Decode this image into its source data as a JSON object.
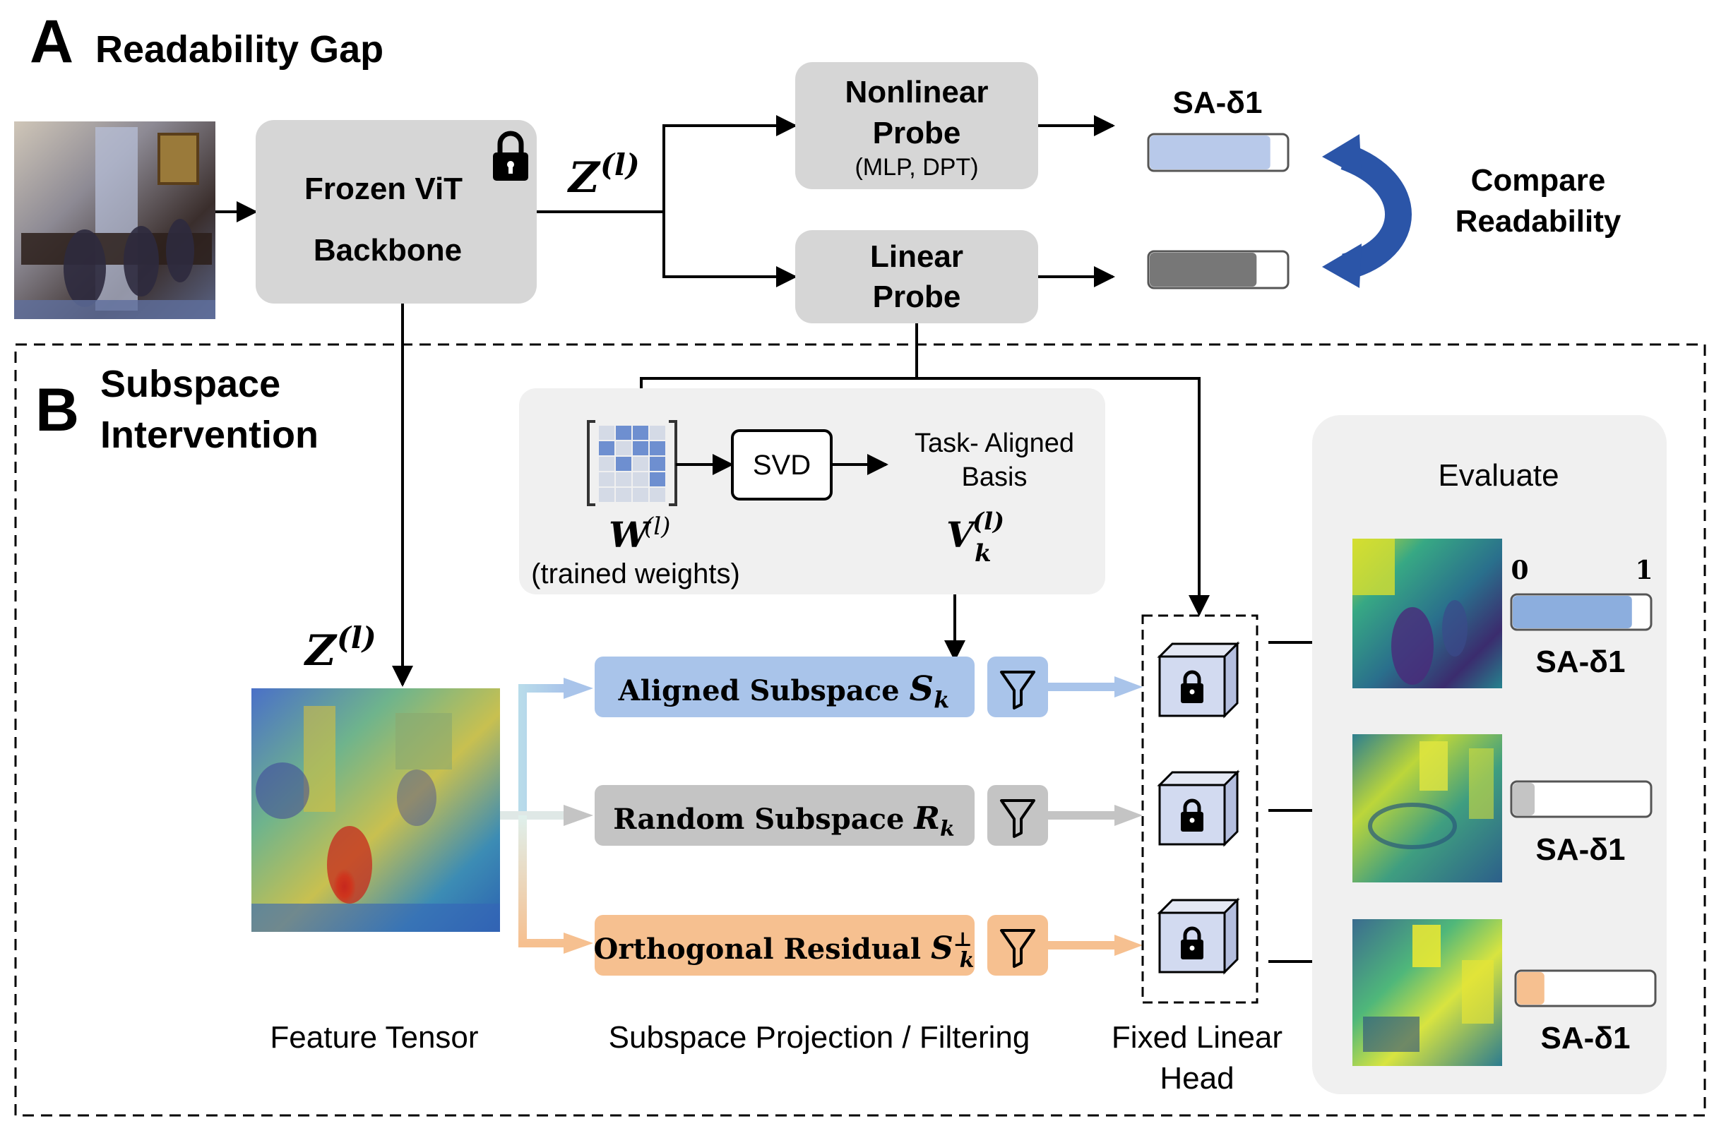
{
  "panel_a": {
    "letter": "A",
    "title": "Readability Gap",
    "backbone_line1": "Frozen ViT",
    "backbone_line2": "Backbone",
    "z_symbol": "Z",
    "z_super": "(l)",
    "nonlinear_line1": "Nonlinear",
    "nonlinear_line2": "Probe",
    "nonlinear_sub": "(MLP, DPT)",
    "linear_line1": "Linear",
    "linear_line2": "Probe",
    "metric_label": "SA-δ1",
    "compare_line1": "Compare",
    "compare_line2": "Readability",
    "nonlinear_bar_fill": 0.88,
    "linear_bar_fill": 0.78
  },
  "panel_b": {
    "letter": "B",
    "title_line1": "Subspace",
    "title_line2": "Intervention",
    "svd_label": "SVD",
    "w_symbol": "W",
    "w_super": "(l)",
    "w_caption": "(trained weights)",
    "basis_line1": "Task- Aligned",
    "basis_line2": "Basis",
    "v_symbol": "V",
    "v_super": "(l)",
    "v_sub": "k",
    "z_symbol": "Z",
    "z_super": "(l)",
    "aligned_label": "Aligned Subspace ",
    "aligned_sym": "S",
    "aligned_sub": "k",
    "random_label": "Random Subspace ",
    "random_sym": "R",
    "random_sub": "k",
    "ortho_label": "Orthogonal Residual ",
    "ortho_sym": "S",
    "ortho_sup": "⊥",
    "ortho_sub": "k",
    "evaluate_label": "Evaluate",
    "axis_min": "0",
    "axis_max": "1",
    "metric_label": "SA-δ1",
    "aligned_fill": 0.87,
    "random_fill": 0.16,
    "ortho_fill": 0.2,
    "caption_feature": "Feature Tensor",
    "caption_projection": "Subspace Projection / Filtering",
    "caption_head_line1": "Fixed Linear",
    "caption_head_line2": "Head"
  },
  "colors": {
    "gray_box": "#d6d6d6",
    "light_panel": "#f0f0f0",
    "aligned_blue": "#a9c4ea",
    "random_gray": "#c4c4c4",
    "ortho_orange": "#f6c090",
    "arrow_blue": "#2b55a8",
    "bar_blue": "#8caede",
    "bar_dark": "#777777"
  }
}
